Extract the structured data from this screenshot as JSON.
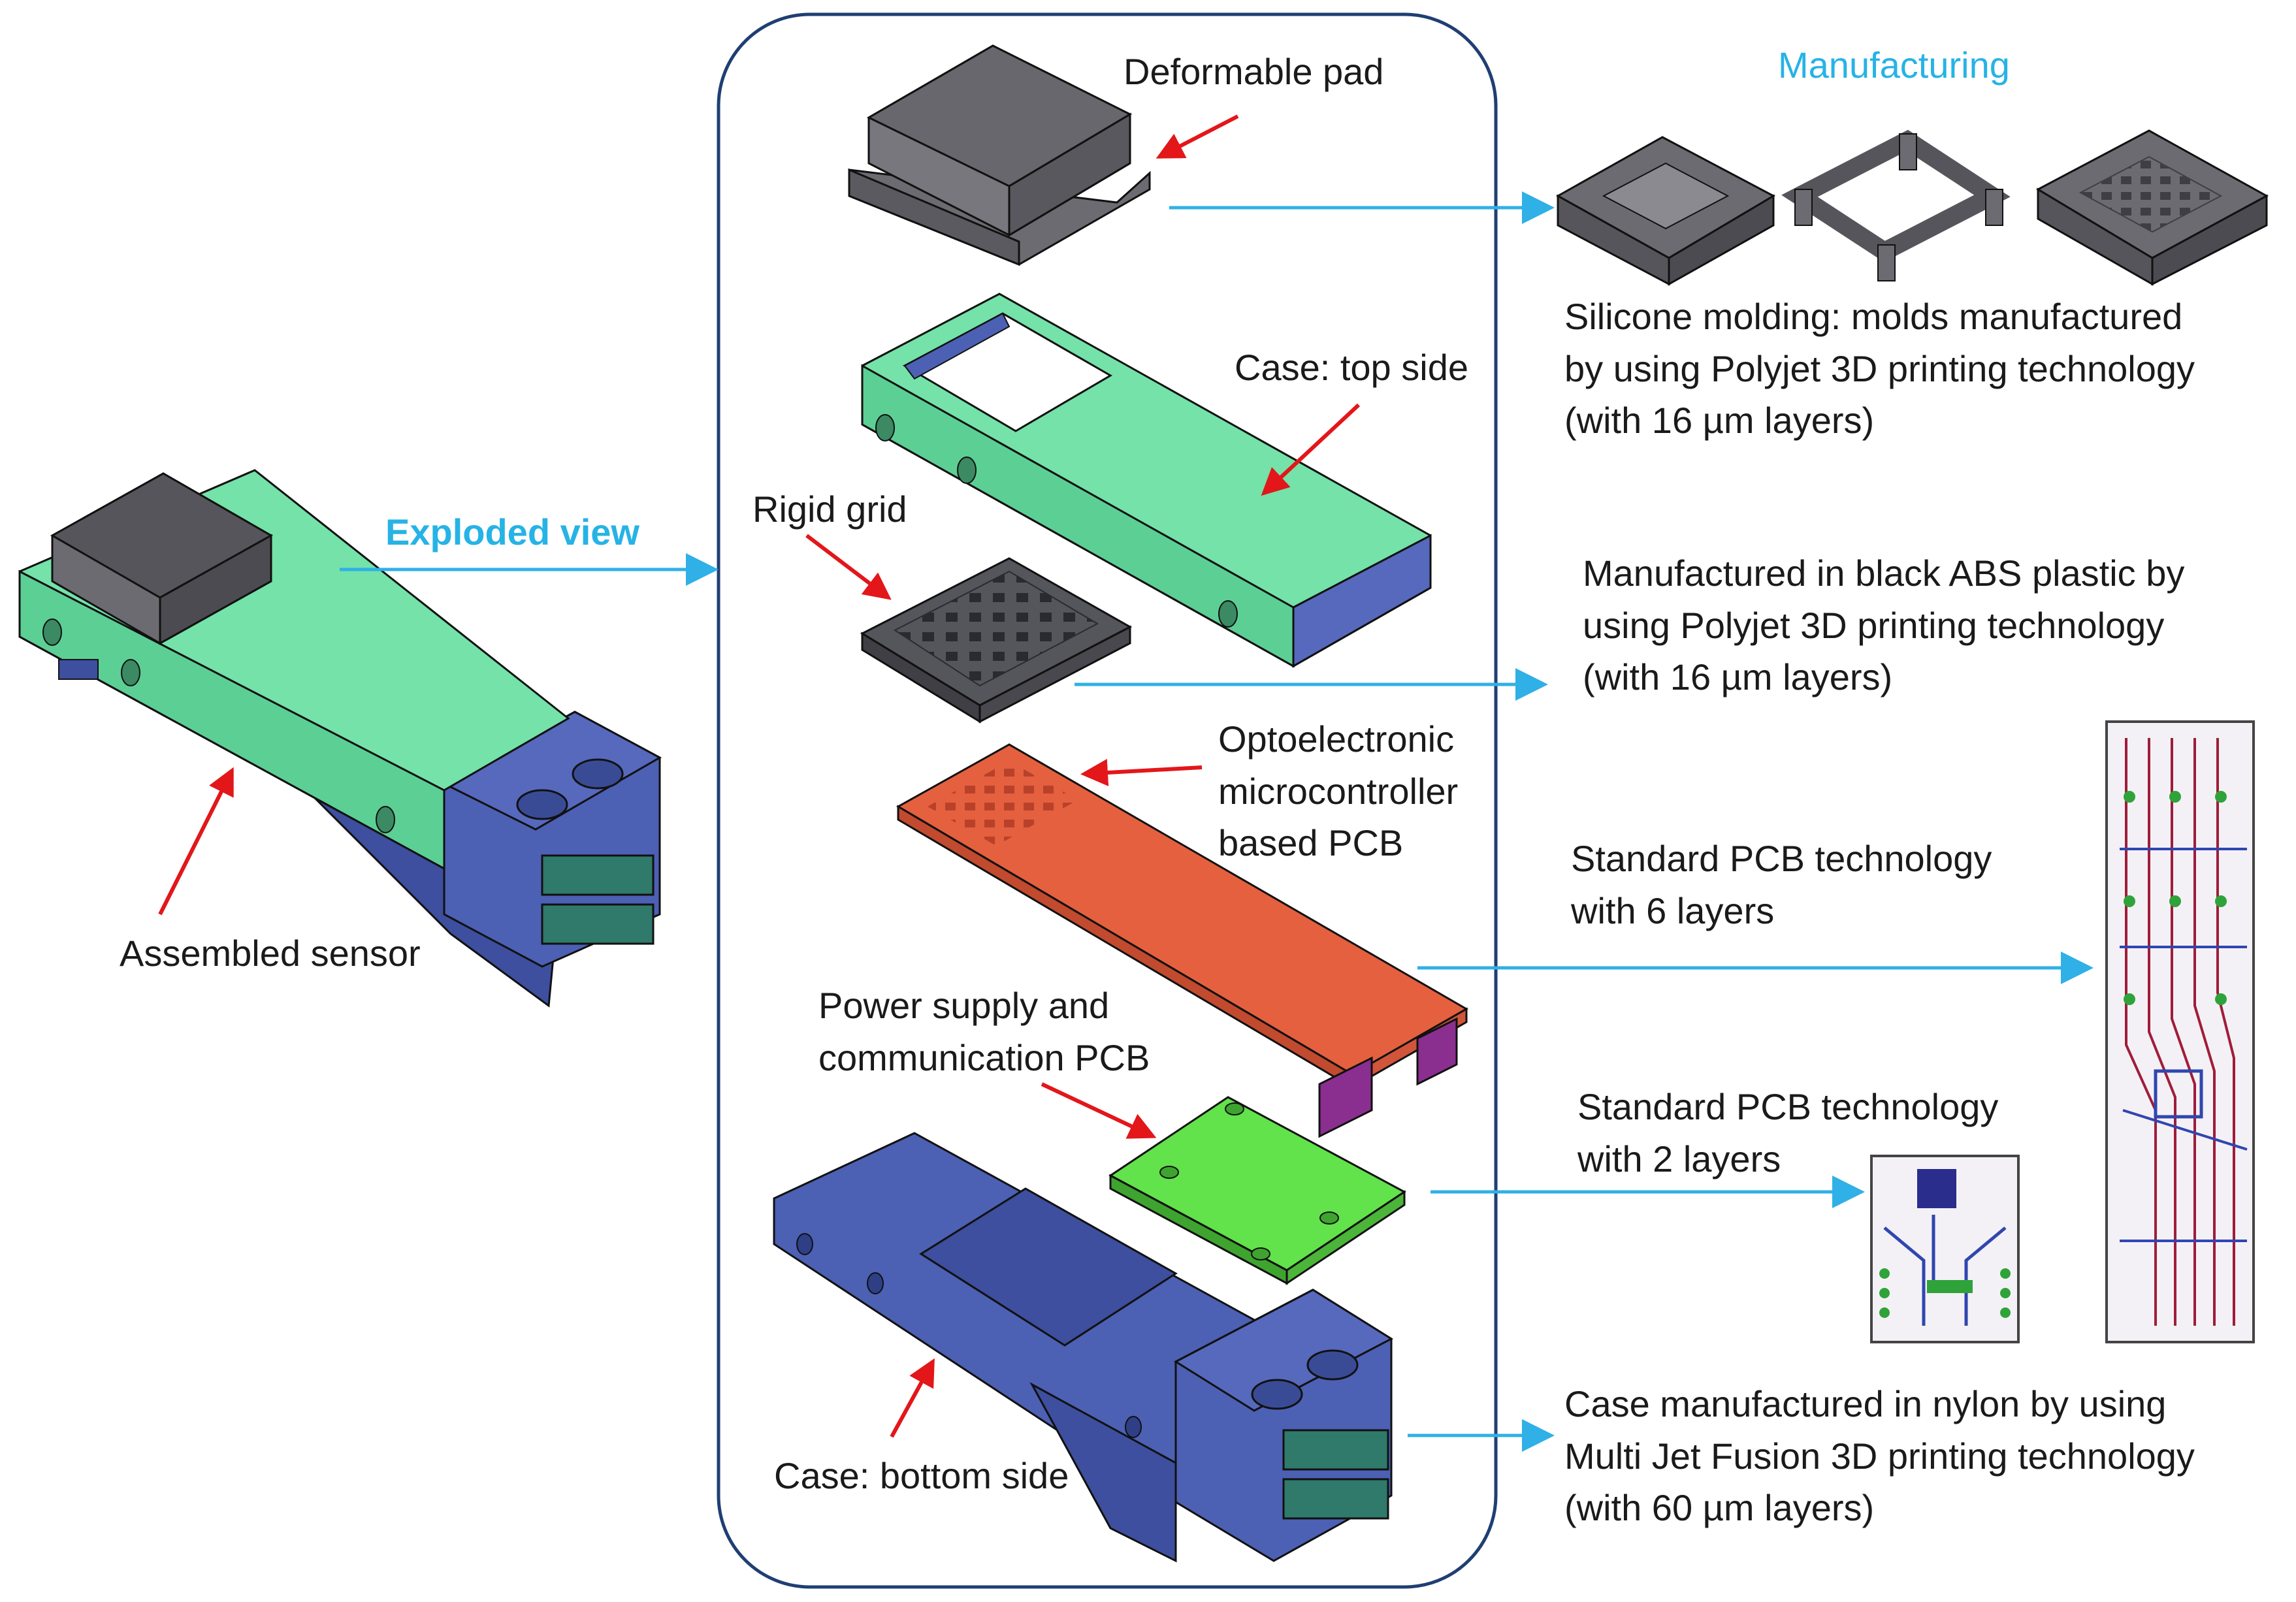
{
  "colors": {
    "case_top": "#74e2a9",
    "case_top_side": "#5ccf95",
    "case_bottom": "#4c60b4",
    "case_bottom_dark": "#3d4f9e",
    "pad": "#6b6b71",
    "grid": "#505057",
    "pcb_main": "#e5603f",
    "pcb_power": "#62e24b",
    "arrow_blue": "#2fb0e6",
    "arrow_red": "#e3161a",
    "frame": "#1f3f73",
    "heading": "#26b3e6"
  },
  "headings": {
    "exploded_view": "Exploded view",
    "manufacturing": "Manufacturing"
  },
  "labels": {
    "assembled_sensor": "Assembled sensor",
    "deformable_pad": "Deformable pad",
    "case_top": "Case: top side",
    "rigid_grid": "Rigid grid",
    "opto_pcb": [
      "Optoelectronic",
      "microcontroller",
      "based PCB"
    ],
    "power_pcb": [
      "Power supply and",
      "communication PCB"
    ],
    "case_bottom": "Case: bottom side"
  },
  "manufacturing_notes": {
    "pad": [
      "Silicone molding: molds manufactured",
      "by using Polyjet 3D printing technology",
      "(with 16 µm layers)"
    ],
    "grid": [
      "Manufactured in black ABS plastic by",
      "using Polyjet 3D printing technology",
      "(with 16 µm layers)"
    ],
    "opto_pcb": [
      "Standard PCB technology",
      "with 6 layers"
    ],
    "power_pcb": [
      "Standard PCB technology",
      "with 2 layers"
    ],
    "case": [
      "Case manufactured in nylon by using",
      "Multi Jet Fusion 3D printing technology",
      "(with 60 µm layers)"
    ]
  },
  "icons": [
    "mold-base-icon",
    "mold-frame-icon",
    "mold-cover-icon",
    "pcb-layout-icon"
  ]
}
